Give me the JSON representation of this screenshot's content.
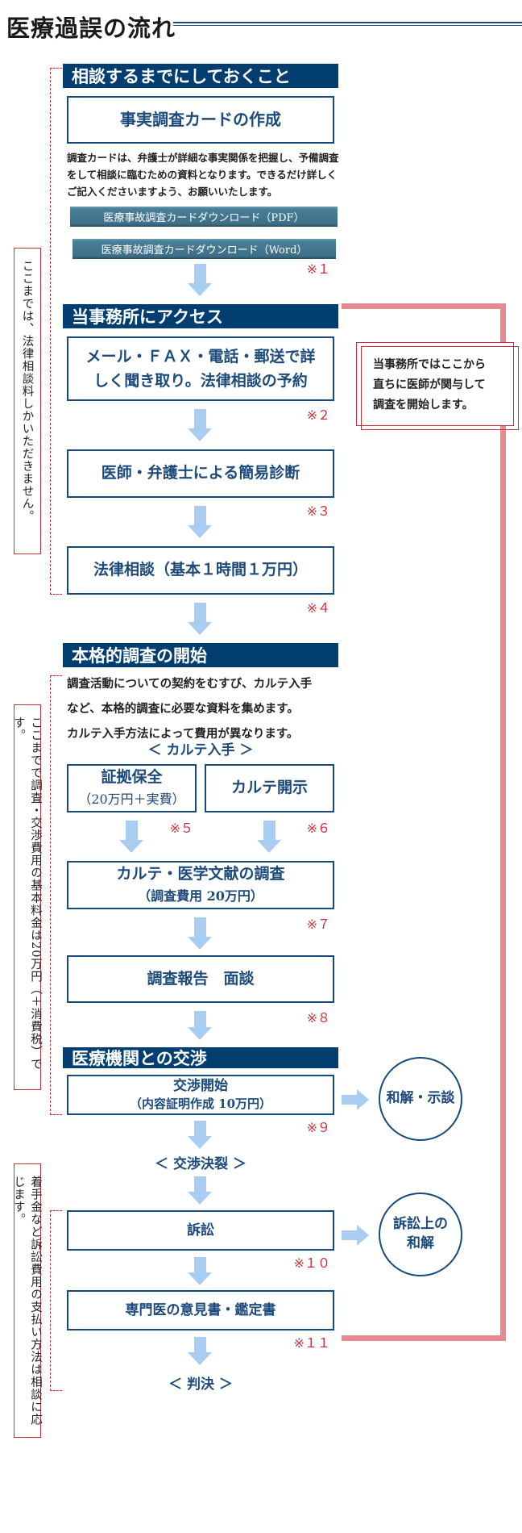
{
  "title": "医療過誤の流れ",
  "sections": [
    {
      "header": "相談するまでにしておくこと"
    },
    {
      "header": "当事務所にアクセス"
    },
    {
      "header": "本格的調査の開始"
    },
    {
      "header": "医療機関との交渉"
    }
  ],
  "step1": {
    "box": "事実調査カードの作成",
    "description": "調査カードは、弁護士が詳細な事実関係を把握し、予備調査をして相談に臨むための資料となります。できるだけ詳しくご記入くださいますよう、お願いいたします。",
    "download_pdf": "医療事故調査カードダウンロード（PDF）",
    "download_word": "医療事故調査カードダウンロード（Word）",
    "note": "※１"
  },
  "step2": {
    "box_line1": "メール・ＦＡＸ・電話・郵送で詳",
    "box_line2": "しく聞き取り。法律相談の予約",
    "note": "※２"
  },
  "step3": {
    "box": "医師・弁護士による簡易診断",
    "note": "※３"
  },
  "step4": {
    "box": "法律相談（基本１時間１万円）",
    "note": "※４"
  },
  "investigation": {
    "description_lines": [
      "調査活動についての契約をむすび、カルテ入手",
      "など、本格的調査に必要な資料を集めます。",
      "カルテ入手方法によって費用が異なります。"
    ],
    "karte_label": "＜ カルテ入手 ＞",
    "evidence_line1": "証拠保全",
    "evidence_line2": "（20万円＋実費）",
    "evidence_note": "※５",
    "disclosure": "カルテ開示",
    "disclosure_note": "※６",
    "research_line1": "カルテ・医学文献の調査",
    "research_line2": "（調査費用 20万円）",
    "research_note": "※７",
    "report": "調査報告　面談",
    "report_note": "※８"
  },
  "negotiation": {
    "start_line1": "交渉開始",
    "start_line2": "（内容証明作成 10万円）",
    "start_note": "※９",
    "settlement": "和解・示談",
    "breakdown_label": "＜ 交渉決裂 ＞",
    "lawsuit": "訴訟",
    "lawsuit_note": "※１０",
    "court_settlement_line1": "訴訟上の",
    "court_settlement_line2": "和解",
    "expert": "専門医の意見書・鑑定書",
    "expert_note": "※１１",
    "judgment_label": "＜ 判決 ＞"
  },
  "right_note_lines": [
    "当事務所ではここから",
    "直ちに医師が関与して",
    "調査を開始します。"
  ],
  "side_notes": [
    "ここまでは、法律相談料しかいただきません。",
    "ここまでで調査・交渉費用の基本料金は20万円（＋消費税）です。",
    "着手金など訴訟費用の支払い方法は相談に応じます。"
  ],
  "colors": {
    "header_bg": "#023f70",
    "box_border": "#174a7c",
    "note_red": "#d0303a",
    "flow_pink": "#e58b90",
    "arrow_blue": "#a9cdf1"
  }
}
